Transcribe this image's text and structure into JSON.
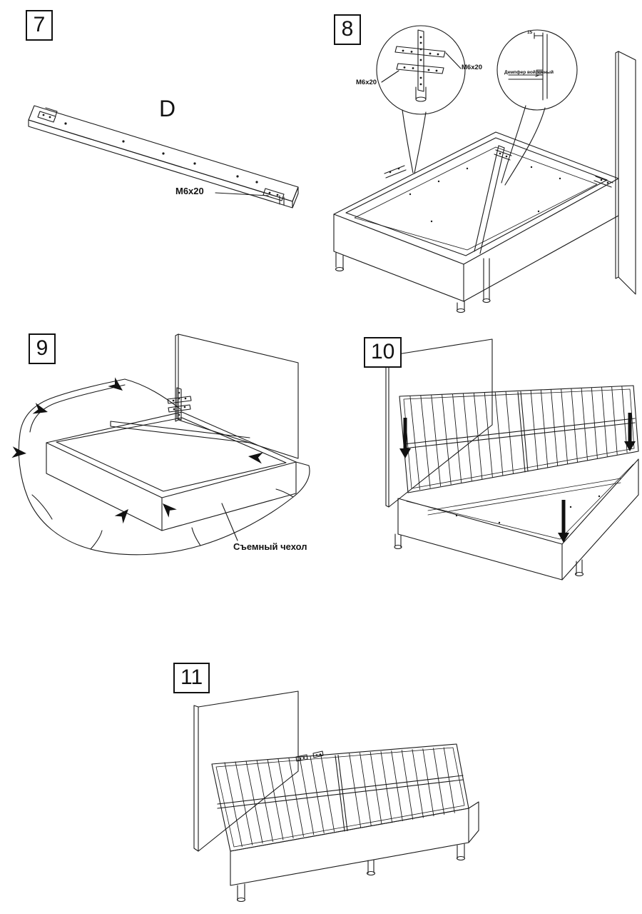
{
  "page": {
    "kind": "furniture-assembly-instructions",
    "background": "#ffffff",
    "line_color": "#1a1a1a"
  },
  "steps": {
    "s7": {
      "number": "7",
      "part_label": "D",
      "fastener_label": "M6x20"
    },
    "s8": {
      "number": "8",
      "fastener_label_left": "M6x20",
      "fastener_label_right": "M6x20",
      "damper_label": "Демпфер войлочный",
      "damper_dimension": "15"
    },
    "s9": {
      "number": "9",
      "cover_label": "Съемный чехол"
    },
    "s10": {
      "number": "10"
    },
    "s11": {
      "number": "11"
    }
  }
}
